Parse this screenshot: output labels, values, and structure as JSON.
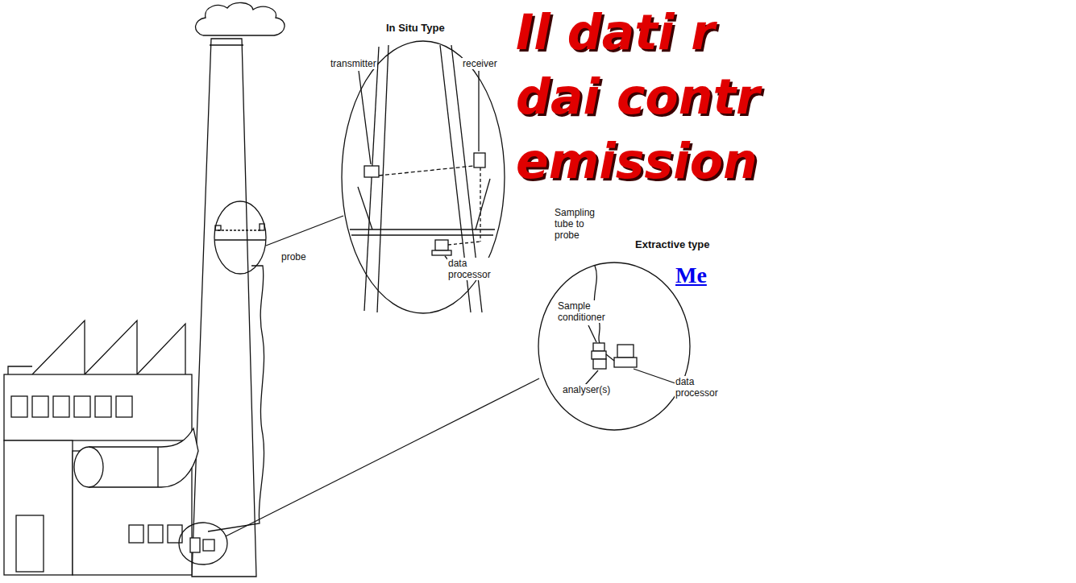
{
  "diagram": {
    "title": "Il dati r dai contr emission",
    "nodes": [
      {
        "text": [
          "In Situ Type",
          "transmitter",
          "receiver",
          "data processor"
        ]
      },
      {
        "text": [
          "Sampling tube to probe",
          "Extractive type",
          "Sample conditioner",
          "analyser(s)",
          "data processor"
        ]
      }
    ],
    "labels": [
      "probe",
      "Me"
    ]
  }
}
